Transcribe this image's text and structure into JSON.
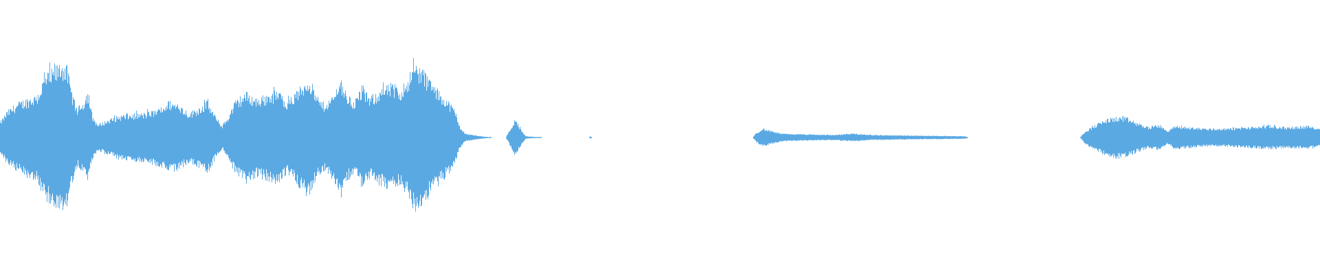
{
  "waveform": {
    "color": "#5aa9e3",
    "background": "#ffffff",
    "amplitude_envelope": [
      [
        0.0,
        0.12
      ],
      [
        0.005,
        0.2
      ],
      [
        0.012,
        0.26
      ],
      [
        0.02,
        0.3
      ],
      [
        0.028,
        0.33
      ],
      [
        0.034,
        0.48
      ],
      [
        0.04,
        0.52
      ],
      [
        0.046,
        0.58
      ],
      [
        0.05,
        0.57
      ],
      [
        0.054,
        0.36
      ],
      [
        0.058,
        0.22
      ],
      [
        0.063,
        0.28
      ],
      [
        0.066,
        0.36
      ],
      [
        0.07,
        0.16
      ],
      [
        0.074,
        0.1
      ],
      [
        0.08,
        0.13
      ],
      [
        0.09,
        0.17
      ],
      [
        0.1,
        0.18
      ],
      [
        0.11,
        0.19
      ],
      [
        0.12,
        0.22
      ],
      [
        0.128,
        0.28
      ],
      [
        0.136,
        0.25
      ],
      [
        0.143,
        0.19
      ],
      [
        0.15,
        0.23
      ],
      [
        0.157,
        0.28
      ],
      [
        0.162,
        0.18
      ],
      [
        0.168,
        0.09
      ],
      [
        0.172,
        0.15
      ],
      [
        0.178,
        0.28
      ],
      [
        0.186,
        0.35
      ],
      [
        0.194,
        0.3
      ],
      [
        0.202,
        0.33
      ],
      [
        0.21,
        0.36
      ],
      [
        0.218,
        0.28
      ],
      [
        0.226,
        0.37
      ],
      [
        0.234,
        0.47
      ],
      [
        0.24,
        0.3
      ],
      [
        0.246,
        0.26
      ],
      [
        0.252,
        0.32
      ],
      [
        0.258,
        0.46
      ],
      [
        0.262,
        0.34
      ],
      [
        0.268,
        0.28
      ],
      [
        0.274,
        0.38
      ],
      [
        0.28,
        0.31
      ],
      [
        0.288,
        0.37
      ],
      [
        0.296,
        0.41
      ],
      [
        0.302,
        0.36
      ],
      [
        0.308,
        0.45
      ],
      [
        0.314,
        0.57
      ],
      [
        0.32,
        0.53
      ],
      [
        0.326,
        0.43
      ],
      [
        0.332,
        0.36
      ],
      [
        0.338,
        0.3
      ],
      [
        0.344,
        0.22
      ],
      [
        0.348,
        0.09
      ],
      [
        0.352,
        0.03
      ],
      [
        0.358,
        0.02
      ],
      [
        0.364,
        0.01
      ],
      [
        0.372,
        0.0
      ],
      [
        0.383,
        0.0
      ],
      [
        0.386,
        0.06
      ],
      [
        0.39,
        0.14
      ],
      [
        0.394,
        0.07
      ],
      [
        0.398,
        0.01
      ],
      [
        0.41,
        0.0
      ],
      [
        0.446,
        0.0
      ],
      [
        0.447,
        0.01
      ],
      [
        0.448,
        0.0
      ],
      [
        0.57,
        0.0
      ],
      [
        0.573,
        0.04
      ],
      [
        0.578,
        0.07
      ],
      [
        0.584,
        0.05
      ],
      [
        0.592,
        0.03
      ],
      [
        0.61,
        0.025
      ],
      [
        0.63,
        0.02
      ],
      [
        0.645,
        0.03
      ],
      [
        0.66,
        0.02
      ],
      [
        0.69,
        0.015
      ],
      [
        0.72,
        0.012
      ],
      [
        0.731,
        0.01
      ],
      [
        0.733,
        0.0
      ],
      [
        0.818,
        0.0
      ],
      [
        0.822,
        0.05
      ],
      [
        0.83,
        0.1
      ],
      [
        0.838,
        0.14
      ],
      [
        0.846,
        0.16
      ],
      [
        0.854,
        0.15
      ],
      [
        0.862,
        0.11
      ],
      [
        0.87,
        0.08
      ],
      [
        0.878,
        0.1
      ],
      [
        0.884,
        0.05
      ],
      [
        0.89,
        0.09
      ],
      [
        0.9,
        0.08
      ],
      [
        0.915,
        0.07
      ],
      [
        0.93,
        0.07
      ],
      [
        0.945,
        0.08
      ],
      [
        0.96,
        0.09
      ],
      [
        0.975,
        0.08
      ],
      [
        0.99,
        0.09
      ],
      [
        1.0,
        0.07
      ]
    ]
  }
}
